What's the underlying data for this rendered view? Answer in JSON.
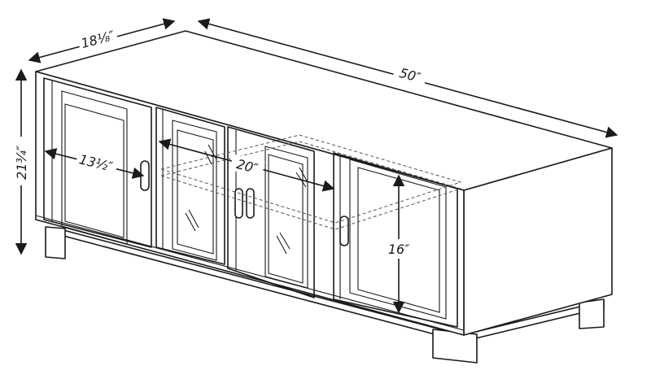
{
  "dimensions": {
    "depth": "18⅛″",
    "width": "50″",
    "height": "21¾″",
    "door_width": "13½″",
    "interior_width": "20″",
    "interior_height": "16″"
  },
  "colors": {
    "line": "#1a1a1a",
    "background": "#ffffff"
  }
}
